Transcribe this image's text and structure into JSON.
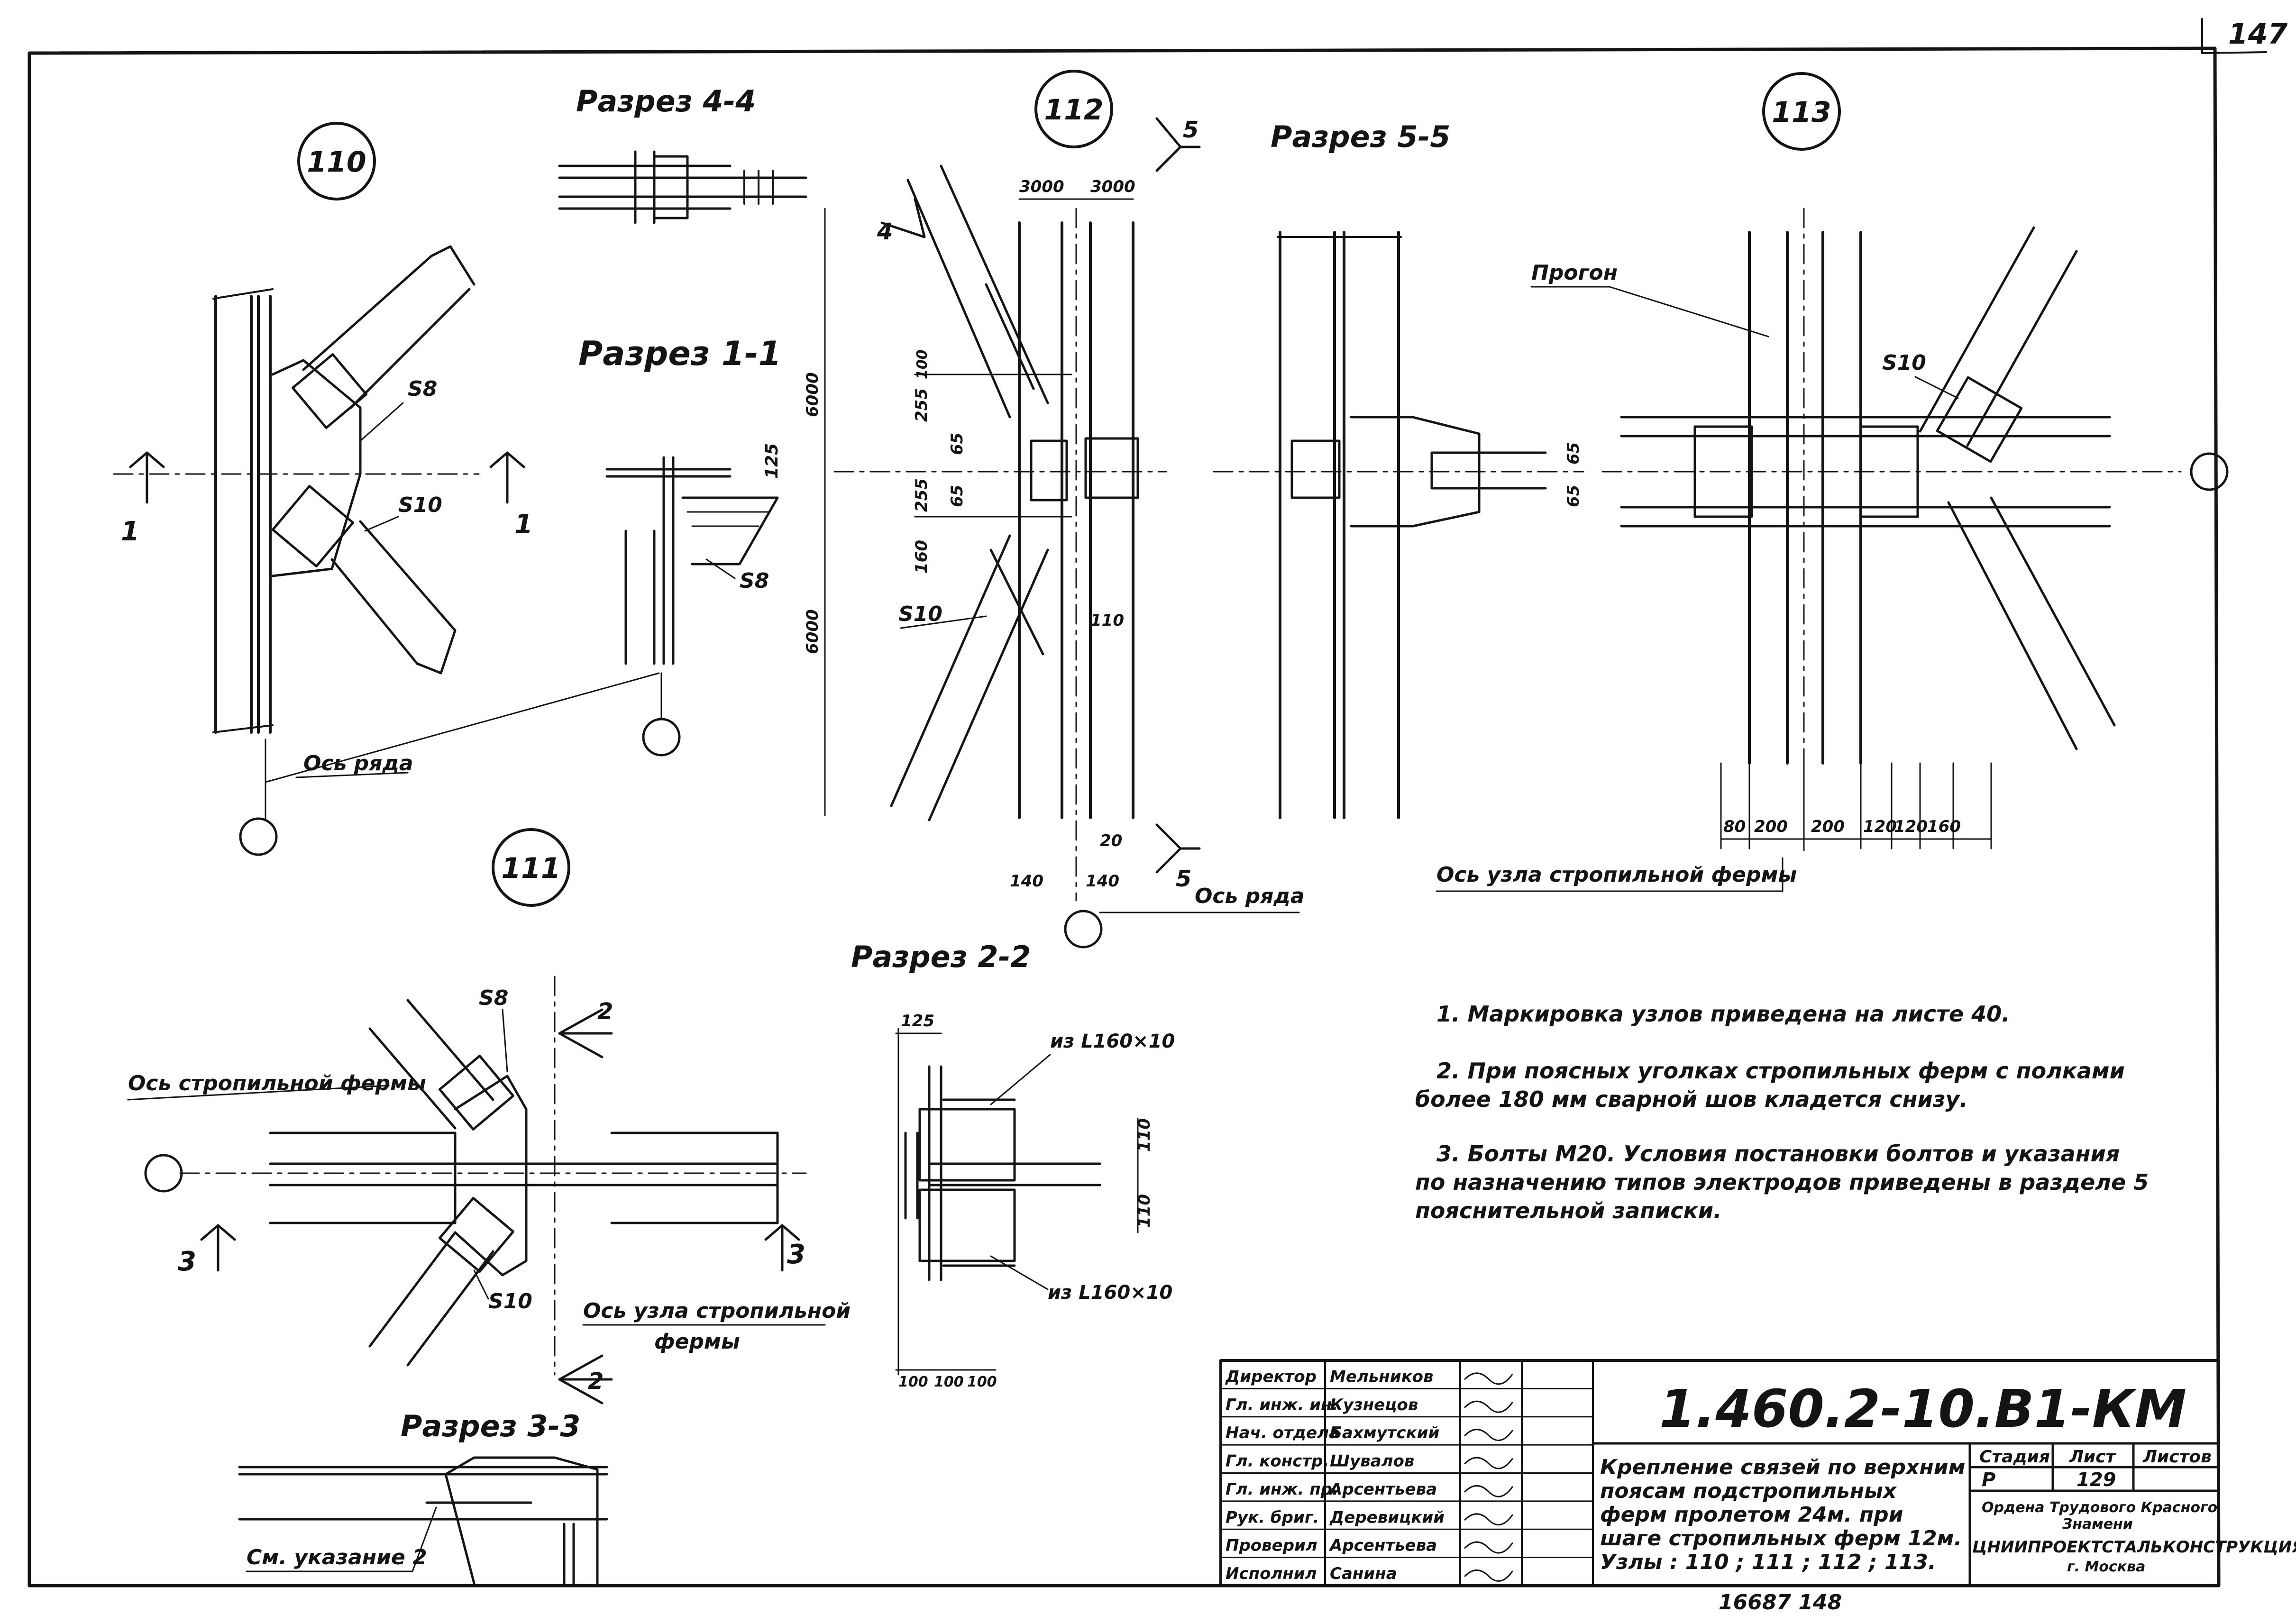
{
  "page_number": "147",
  "bottom_note": "16687 148",
  "nodes": {
    "n110": "110",
    "n111": "111",
    "n112": "112",
    "n113": "113"
  },
  "sections": {
    "s44": "Разрез 4-4",
    "s11": "Разрез 1-1",
    "s55": "Разрез 5-5",
    "s22": "Разрез 2-2",
    "s33": "Разрез 3-3"
  },
  "labels": {
    "progon": "Прогон",
    "os_ryada": "Ось ряда",
    "os_ryada_2": "Ось ряда",
    "os_uzla": "Ось узла стропильной фермы",
    "os_fermy": "Ось стропильной фермы",
    "os_uzla_2_a": "Ось узла стропильной",
    "os_uzla_2_b": "фермы",
    "see_note": "См. указание 2",
    "angle_top": "из L160×10",
    "angle_bottom": "из L160×10",
    "arrow_1": "1",
    "arrow_1b": "1",
    "arrow_2": "2",
    "arrow_2b": "2",
    "arrow_3": "3",
    "arrow_3b": "3",
    "arrow_4": "4",
    "arrow_5": "5",
    "arrow_5b": "5"
  },
  "thickness": {
    "t110_a": "S8",
    "t110_b": "S10",
    "t11": "S8",
    "t112": "S10",
    "t113": "S10",
    "t111_a": "S8",
    "t111_b": "S10"
  },
  "dims": {
    "d3000a": "3000",
    "d3000b": "3000",
    "d6000a": "6000",
    "d6000b": "6000",
    "d255a": "255",
    "d100": "100",
    "d65a": "65",
    "d65b": "65",
    "d255b": "255",
    "d160": "160",
    "d110": "110",
    "d20": "20",
    "d140a": "140",
    "d140b": "140",
    "d125": "125",
    "d65c": "65",
    "d65d": "65",
    "d80": "80",
    "d200a": "200",
    "d200b": "200",
    "d120a": "120",
    "d120b": "120",
    "d160b": "160",
    "d125b": "125",
    "d110a": "110",
    "d110b": "110",
    "d100a": "100",
    "d100b": "100",
    "d100c": "100"
  },
  "notes": {
    "n1": "1.  Маркировка  узлов  приведена  на листе 40.",
    "n2a": "2.  При  поясных уголках  стропильных  ферм  с полками",
    "n2b": "более  180 мм  сварной шов  кладется   снизу.",
    "n3a": "3.  Болты  М20.  Условия  постановки  болтов  и указания",
    "n3b": "по  назначению  типов электродов приведены в разделе 5",
    "n3c": "пояснительной   записки."
  },
  "title_block": {
    "code": "1.460.2-10.В1-КМ",
    "rows": [
      {
        "role": "Директор",
        "name": "Мельников"
      },
      {
        "role": "Гл. инж. ин.",
        "name": "Кузнецов"
      },
      {
        "role": "Нач. отдела",
        "name": "Бахмутский"
      },
      {
        "role": "Гл. констр.",
        "name": "Шувалов"
      },
      {
        "role": "Гл. инж. пр.",
        "name": "Арсентьева"
      },
      {
        "role": "Рук. бриг.",
        "name": "Деревицкий"
      },
      {
        "role": "Проверил",
        "name": "Арсентьева"
      },
      {
        "role": "Исполнил",
        "name": "Санина"
      }
    ],
    "desc": [
      "Крепление связей по верхним",
      "поясам подстропильных",
      "ферм пролетом  24м.  при",
      "шаге  стропильных  ферм 12м.",
      "Узлы : 110 ; 111 ; 112 ; 113."
    ],
    "stage_label": "Стадия",
    "sheet_label": "Лист",
    "sheets_label": "Листов",
    "stage": "Р",
    "sheet": "129",
    "org_line1": "Ордена  Трудового  Красного",
    "org_line2": "Знамени",
    "org_name": "ЦНИИПРОЕКТСТАЛЬКОНСТРУКЦИЯ",
    "org_city": "г. Москва"
  }
}
